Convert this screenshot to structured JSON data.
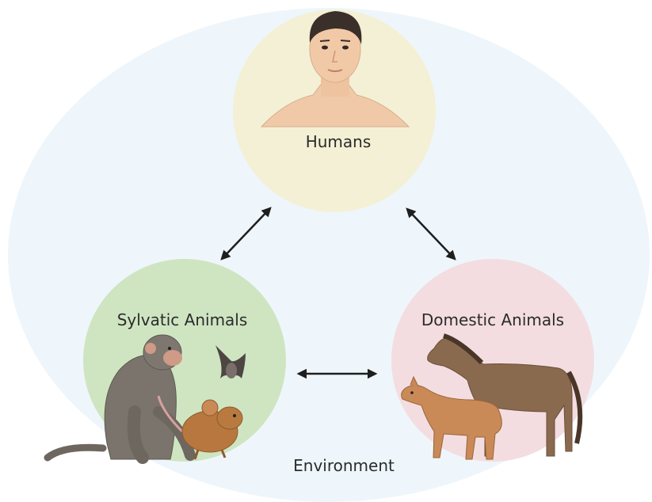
{
  "diagram": {
    "environment_label": "Environment",
    "nodes": {
      "humans": {
        "label": "Humans",
        "fill": "#f3f0d5"
      },
      "sylvatic": {
        "label": "Sylvatic Animals",
        "fill": "#cfe5c2"
      },
      "domestic": {
        "label": "Domestic Animals",
        "fill": "#f3dde0"
      }
    },
    "environment_fill": "#eef6fb",
    "arrow_color": "#1e1e1e"
  }
}
